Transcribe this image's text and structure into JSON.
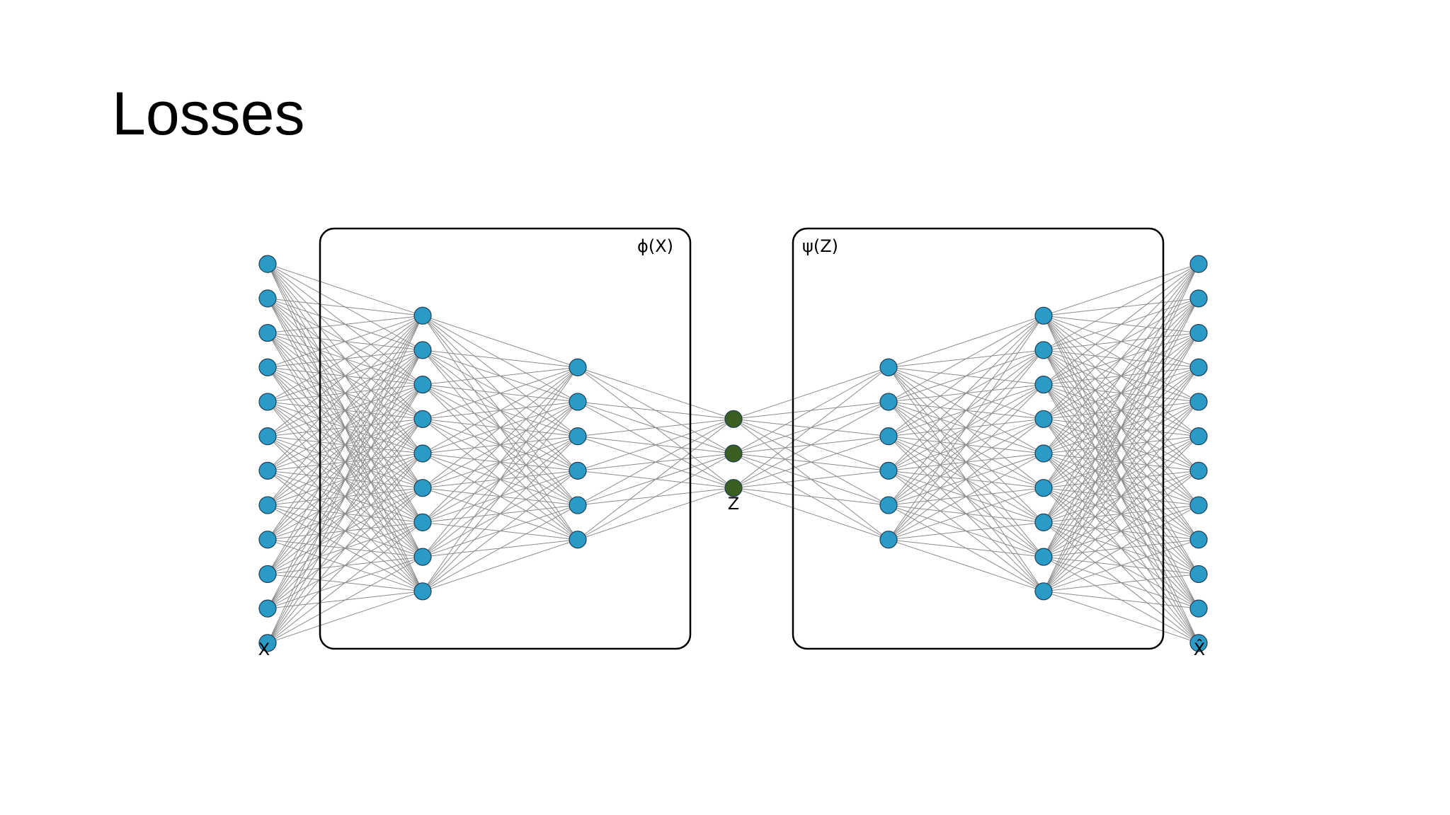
{
  "slide": {
    "title": "Losses"
  },
  "diagram": {
    "encoder_label": "ϕ(X)",
    "decoder_label": "ψ(Z)",
    "input_label": "X",
    "latent_label": "Z",
    "output_label": "X̂",
    "layer_sizes": [
      12,
      9,
      6,
      3,
      6,
      9,
      12
    ],
    "colors": {
      "hidden_node": "#2a9bc6",
      "latent_node": "#3a5f20",
      "node_stroke": "#1f3f55",
      "edge": "#8c8c8c",
      "box_stroke": "#000000"
    }
  }
}
